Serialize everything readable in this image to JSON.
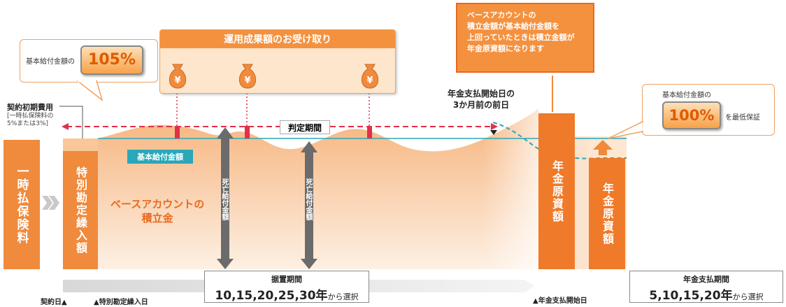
{
  "single_premium": "一時払保険料",
  "special_account": "特別勘定繰入額",
  "base_account": {
    "line1": "ベースアカウントの",
    "line2": "積立金"
  },
  "base_benefit_label": "基本給付金額",
  "death_benefit": "死亡給付金額",
  "pension_amount": "年金原資額",
  "judgment_period": "判定期間",
  "income_receipt": "運用成果額のお受け取り",
  "callout_105": {
    "prefix": "基本給付金額の",
    "value": "105%"
  },
  "callout_100": {
    "prefix": "基本給付金額の",
    "value": "100%",
    "suffix": "を最低保証"
  },
  "contract_cost": {
    "title": "契約初期費用",
    "sub1": "[一時払保険料の",
    "sub2": "5%または3%]"
  },
  "pre_pension_date": {
    "line1": "年金支払開始日の",
    "line2": "3か月前の前日"
  },
  "top_note": {
    "line1": "ベースアカウントの",
    "line2": "積立金額が基本給付金額を",
    "line3": "上回っていたときは積立金額が",
    "line4": "年金原資額になります"
  },
  "deferment": {
    "title": "据置期間",
    "value": "10,15,20,25,30年",
    "suffix": "から選択"
  },
  "payment_period": {
    "title": "年金支払期間",
    "value": "5,10,15,20年",
    "suffix": "から選択"
  },
  "timeline": {
    "contract_date": "契約日▲",
    "special_entry": "▲特別勘定繰入日",
    "pension_start": "▲年金支払開始日"
  },
  "icons": {
    "money_bag": "money-bag-icon",
    "chevron": "double-chevron-icon",
    "arrow_up": "arrow-up-icon"
  },
  "colors": {
    "orange": "#f08a3c",
    "dark_orange": "#e86a1e",
    "teal": "#2aa7b8",
    "red": "#e0304a",
    "grey_arrow": "#6b6b6b"
  }
}
